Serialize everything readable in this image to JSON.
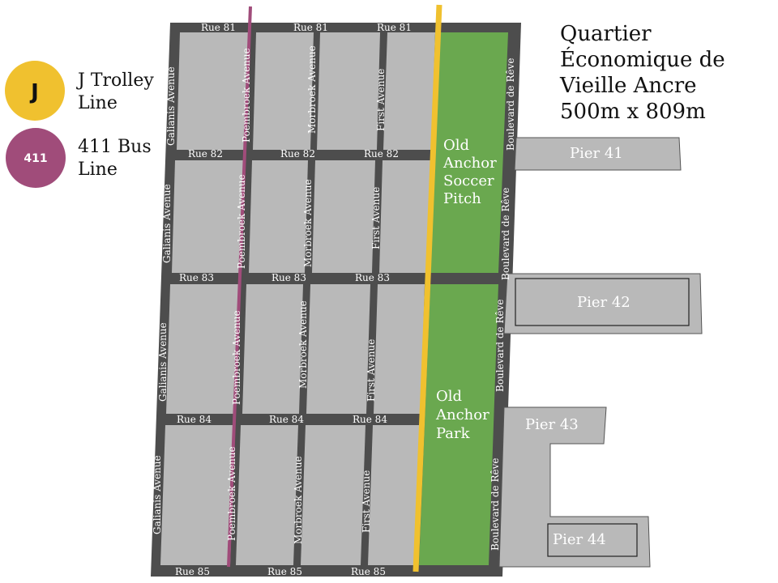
{
  "title": {
    "lines": [
      "Quartier",
      "Économique de",
      "Vieille Ancre",
      "500m x 809m"
    ]
  },
  "legend": {
    "trolley": {
      "badge": "J",
      "lines": [
        "J Trolley",
        "Line"
      ],
      "color": "#f0c12f"
    },
    "bus": {
      "badge": "411",
      "lines": [
        "411 Bus",
        "Line"
      ],
      "color": "#a04c7a"
    }
  },
  "streets": {
    "rue81": "Rue 81",
    "rue82": "Rue 82",
    "rue83": "Rue 83",
    "rue84": "Rue 84",
    "rue85": "Rue 85",
    "galianis": "Galianis Avenue",
    "poembroek": "Poembroek Avenue",
    "morbroek": "Morbroek Avenue",
    "first": "First Avenue",
    "boulevard": "Boulevard de Rêve"
  },
  "places": {
    "soccer": [
      "Old",
      "Anchor",
      "Soccer",
      "Pitch"
    ],
    "park": [
      "Old",
      "Anchor",
      "Park"
    ]
  },
  "piers": {
    "pier41": "Pier 41",
    "pier42": "Pier 42",
    "pier43": "Pier 43",
    "pier44": "Pier 44"
  },
  "colors": {
    "road": "#4d4d4d",
    "block": "#b9b9b9",
    "green": "#6aa84f",
    "pier": "#b9b9b9"
  }
}
